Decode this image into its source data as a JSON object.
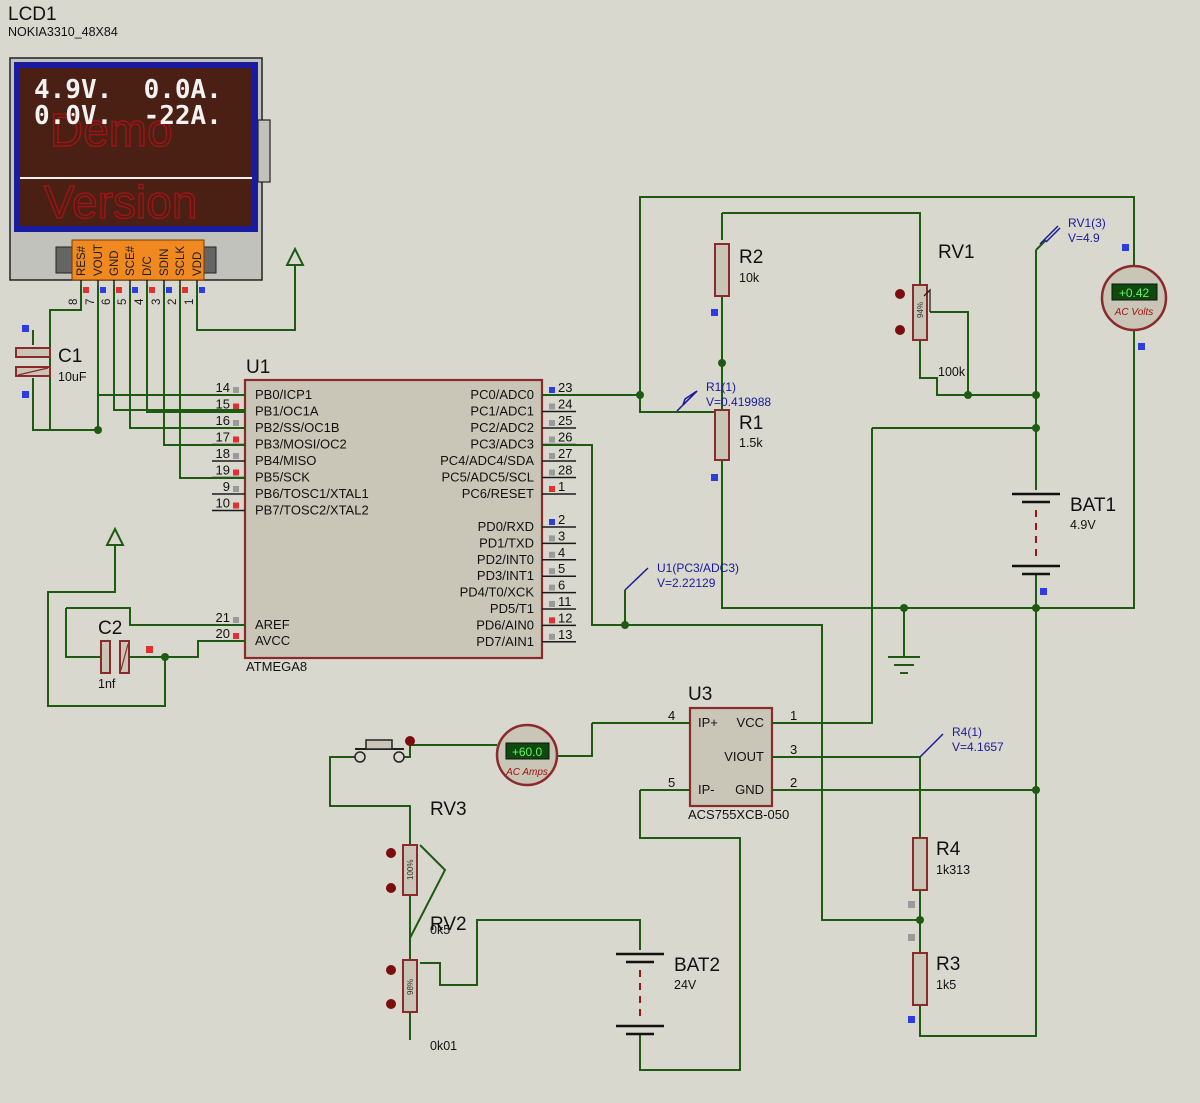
{
  "lcd": {
    "ref": "LCD1",
    "model": "NOKIA3310_48X84",
    "line1": "4.9V.  0.0A.",
    "line2": "0.0V.  -22A.",
    "watermark1": "Demo",
    "watermark2": "Version",
    "pins": [
      "RES#",
      "VOUT",
      "GND",
      "SCE#",
      "D/C",
      "SDIN",
      "SCLK",
      "VDD"
    ],
    "pin_numbers": [
      "8",
      "7",
      "6",
      "5",
      "4",
      "3",
      "2",
      "1"
    ]
  },
  "c1": {
    "ref": "C1",
    "value": "10uF"
  },
  "c2": {
    "ref": "C2",
    "value": "1nf"
  },
  "u1": {
    "ref": "U1",
    "part": "ATMEGA8",
    "left_pins": [
      {
        "num": "14",
        "name": "PB0/ICP1"
      },
      {
        "num": "15",
        "name": "PB1/OC1A"
      },
      {
        "num": "16",
        "name": "PB2/SS/OC1B"
      },
      {
        "num": "17",
        "name": "PB3/MOSI/OC2"
      },
      {
        "num": "18",
        "name": "PB4/MISO"
      },
      {
        "num": "19",
        "name": "PB5/SCK"
      },
      {
        "num": "9",
        "name": "PB6/TOSC1/XTAL1"
      },
      {
        "num": "10",
        "name": "PB7/TOSC2/XTAL2"
      }
    ],
    "left_lower_pins": [
      {
        "num": "21",
        "name": "AREF"
      },
      {
        "num": "20",
        "name": "AVCC"
      }
    ],
    "right_pins": [
      {
        "num": "23",
        "name": "PC0/ADC0"
      },
      {
        "num": "24",
        "name": "PC1/ADC1"
      },
      {
        "num": "25",
        "name": "PC2/ADC2"
      },
      {
        "num": "26",
        "name": "PC3/ADC3"
      },
      {
        "num": "27",
        "name": "PC4/ADC4/SDA"
      },
      {
        "num": "28",
        "name": "PC5/ADC5/SCL"
      },
      {
        "num": "1",
        "name": "PC6/RESET"
      }
    ],
    "right_lower_pins": [
      {
        "num": "2",
        "name": "PD0/RXD"
      },
      {
        "num": "3",
        "name": "PD1/TXD"
      },
      {
        "num": "4",
        "name": "PD2/INT0"
      },
      {
        "num": "5",
        "name": "PD3/INT1"
      },
      {
        "num": "6",
        "name": "PD4/T0/XCK"
      },
      {
        "num": "11",
        "name": "PD5/T1"
      },
      {
        "num": "12",
        "name": "PD6/AIN0"
      },
      {
        "num": "13",
        "name": "PD7/AIN1"
      }
    ]
  },
  "r1": {
    "ref": "R1",
    "value": "1.5k"
  },
  "r2": {
    "ref": "R2",
    "value": "10k"
  },
  "r3": {
    "ref": "R3",
    "value": "1k5"
  },
  "r4": {
    "ref": "R4",
    "value": "1k313"
  },
  "rv1": {
    "ref": "RV1",
    "value": "100k",
    "percent": "94%"
  },
  "rv2": {
    "ref": "RV2",
    "value": "0k01",
    "percent": "98%"
  },
  "rv3": {
    "ref": "RV3",
    "value": "0k5",
    "percent": "100%"
  },
  "bat1": {
    "ref": "BAT1",
    "value": "4.9V"
  },
  "bat2": {
    "ref": "BAT2",
    "value": "24V"
  },
  "u3": {
    "ref": "U3",
    "part": "ACS755XCB-050",
    "pins": [
      {
        "num": "4",
        "name": "IP+"
      },
      {
        "num": "5",
        "name": "IP-"
      },
      {
        "num": "1",
        "name": "VCC"
      },
      {
        "num": "3",
        "name": "VIOUT"
      },
      {
        "num": "2",
        "name": "GND"
      }
    ]
  },
  "voltmeter": {
    "reading": "+0.42",
    "label": "AC Volts"
  },
  "ammeter": {
    "reading": "+60.0",
    "label": "AC Amps"
  },
  "probes": [
    {
      "name": "RV1(3)",
      "value": "V=4.9"
    },
    {
      "name": "R1(1)",
      "value": "V=0.419988"
    },
    {
      "name": "U1(PC3/ADC3)",
      "value": "V=2.22129"
    },
    {
      "name": "R4(1)",
      "value": "V=4.1657"
    }
  ],
  "colors": {
    "background": "#d8d8cf",
    "wire": "#1e5a12",
    "component_outline": "#8a2a2a",
    "component_fill": "#c9c6b7",
    "lcd_screen": "#4a1f14",
    "lcd_frame": "#1b1ba0",
    "connector": "#f08a20",
    "probe": "#1a1a9a"
  }
}
